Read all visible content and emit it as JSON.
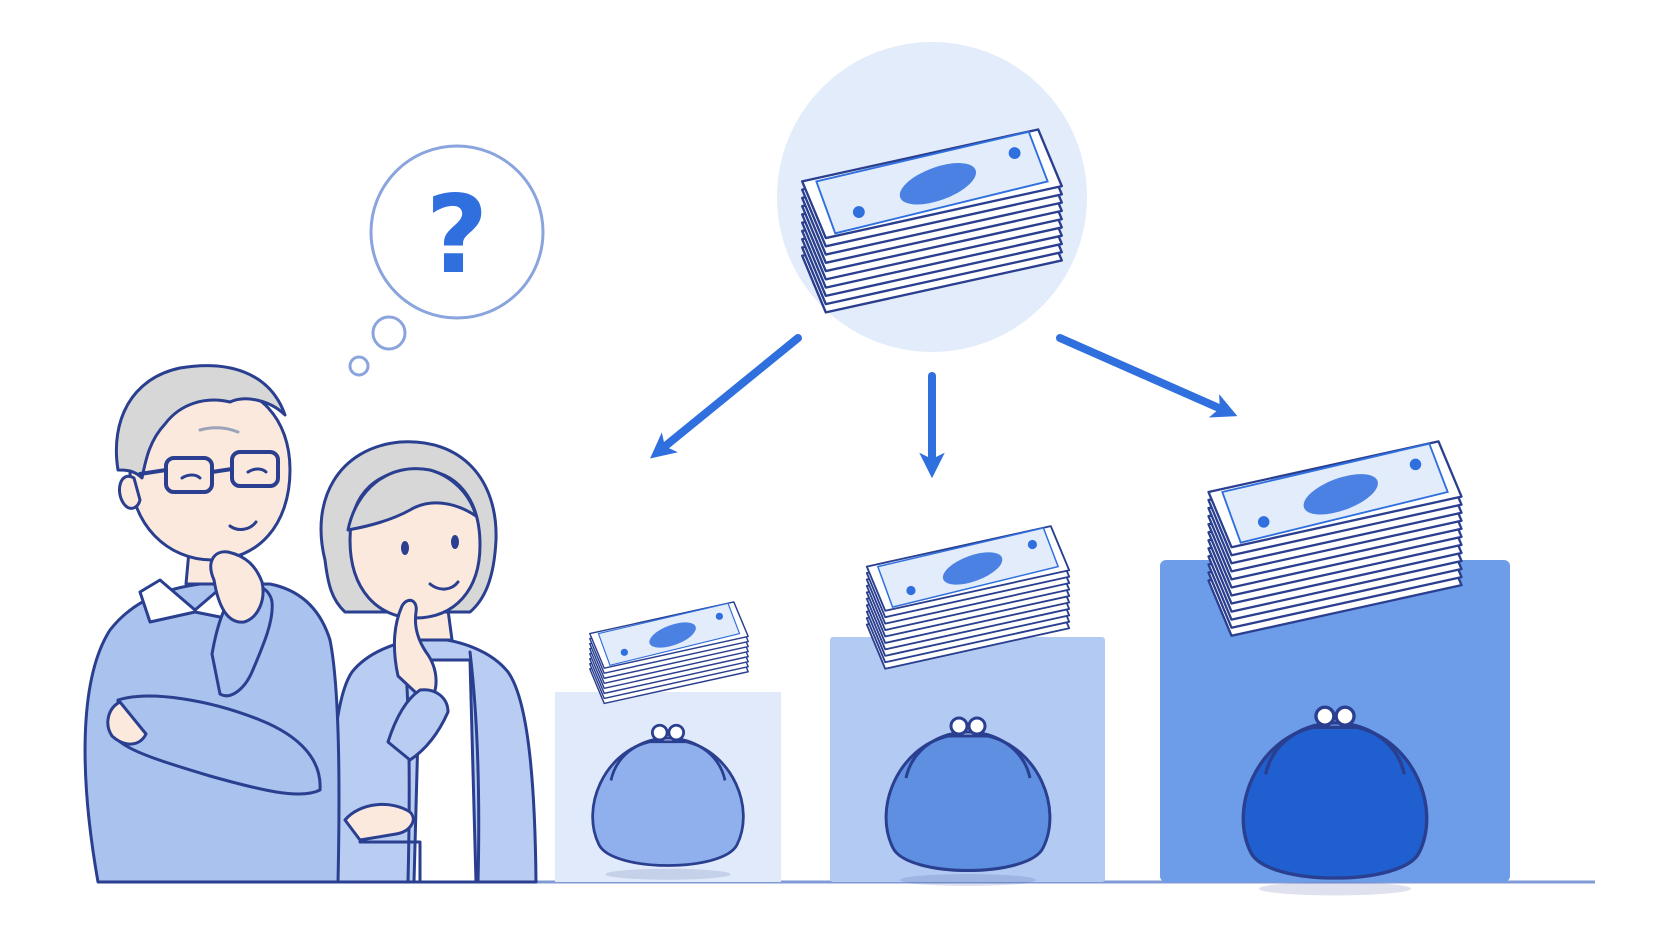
{
  "thought_bubble": {
    "symbol": "?"
  },
  "icons": {
    "money_source": "cash-stack-icon",
    "arrows": [
      "arrow-left-down-icon",
      "arrow-down-icon",
      "arrow-right-down-icon"
    ],
    "purse": "coin-purse-icon",
    "people": [
      "elderly-man-thinking",
      "elderly-woman-thinking"
    ]
  },
  "tiers": [
    {
      "level": "small",
      "stack_count": 8
    },
    {
      "level": "medium",
      "stack_count": 10
    },
    {
      "level": "large",
      "stack_count": 12
    }
  ],
  "colors": {
    "outline": "#2a3f8f",
    "accent": "#2f6fde",
    "light": "#e3ecfb",
    "tier_small": "#e1eafa",
    "tier_medium": "#b3cbf3",
    "tier_large": "#6d9ce9",
    "purse_small": "#8fb0ec",
    "purse_medium": "#5f8fe0",
    "purse_large": "#1f5fcf",
    "sweater_man": "#a9c2ee",
    "sweater_woman": "#b8cdf1",
    "hair": "#d7d7d7",
    "skin": "#fbe9dd"
  }
}
